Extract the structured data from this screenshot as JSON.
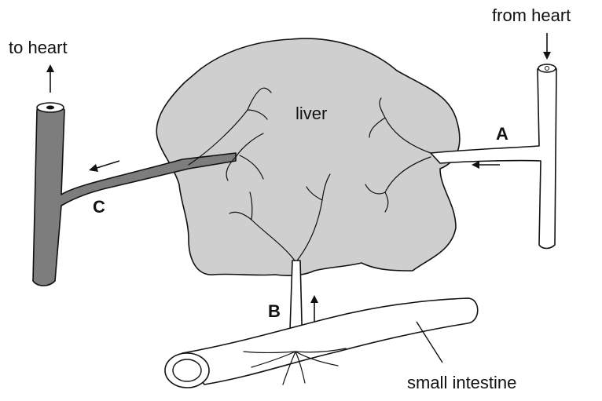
{
  "labels": {
    "from_heart": "from heart",
    "to_heart": "to heart",
    "liver": "liver",
    "small_intestine": "small intestine",
    "vessel_a": "A",
    "vessel_b": "B",
    "vessel_c": "C"
  },
  "colors": {
    "liver_fill": "#cfcfcf",
    "vessel_c_fill": "#7d7d7d",
    "outline": "#111111"
  }
}
